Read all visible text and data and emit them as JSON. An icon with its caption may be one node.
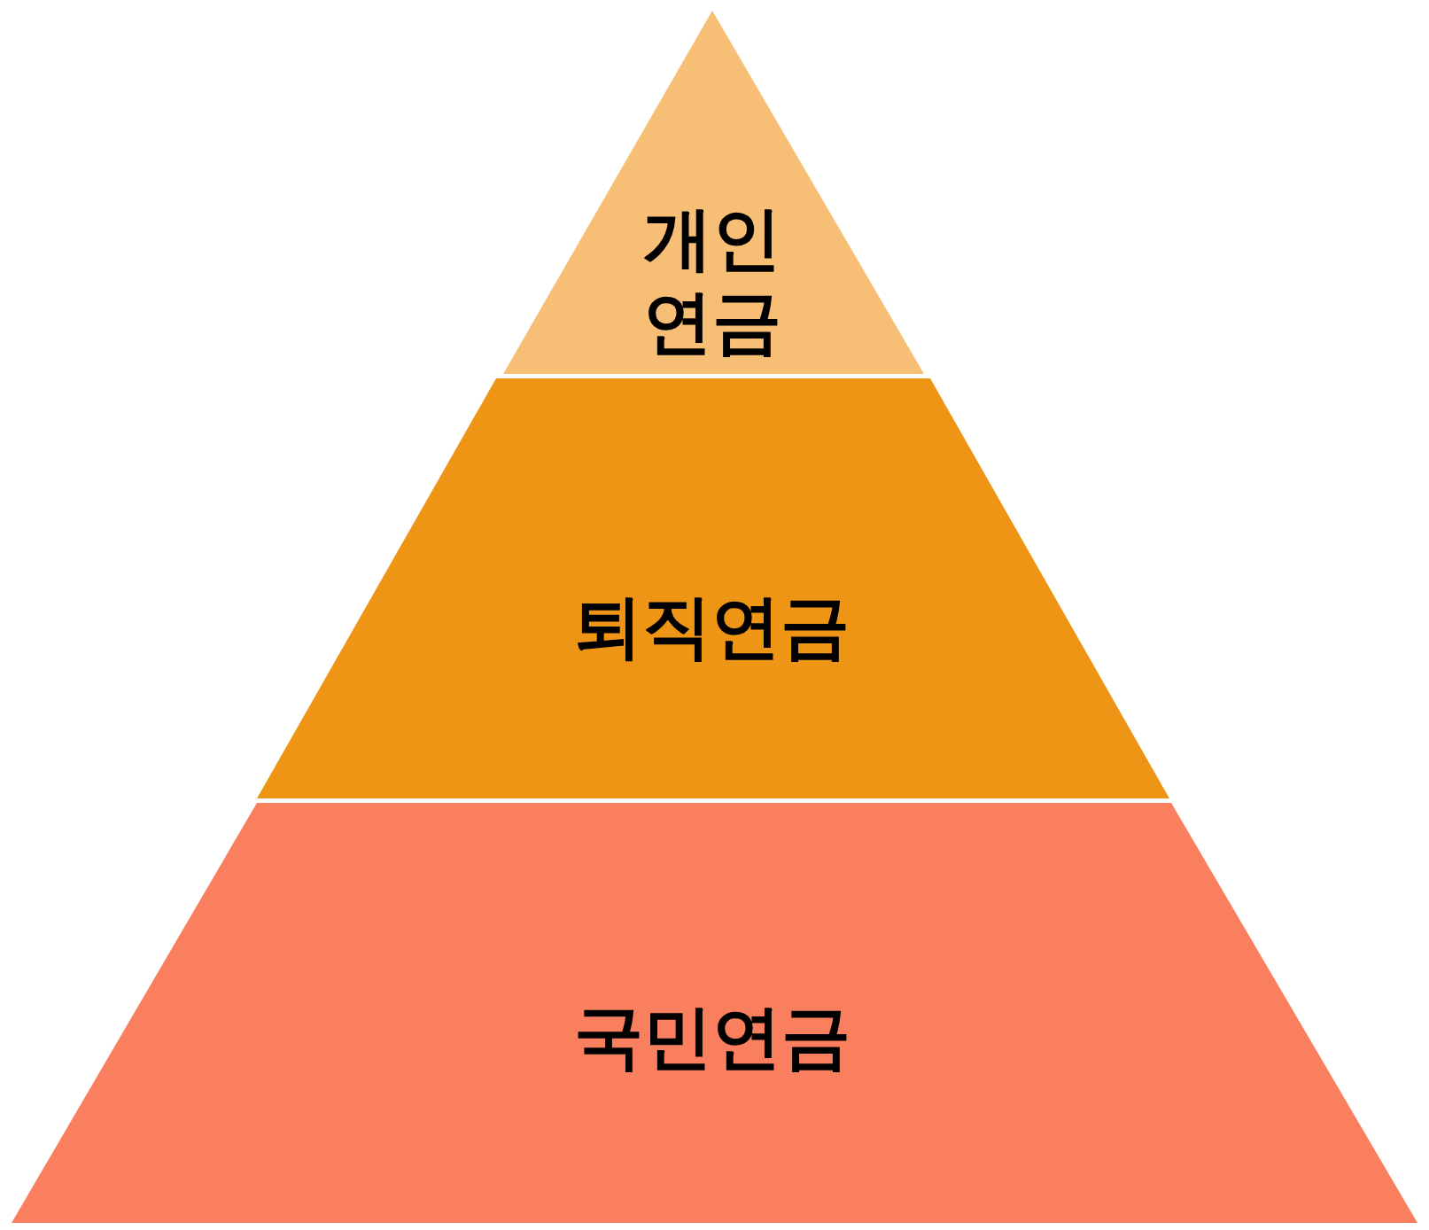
{
  "diagram": {
    "nodes": [
      {
        "text": [
          "개인 연금"
        ]
      },
      {
        "text": [
          "퇴직연금"
        ]
      },
      {
        "text": [
          "국민연금"
        ]
      }
    ]
  }
}
